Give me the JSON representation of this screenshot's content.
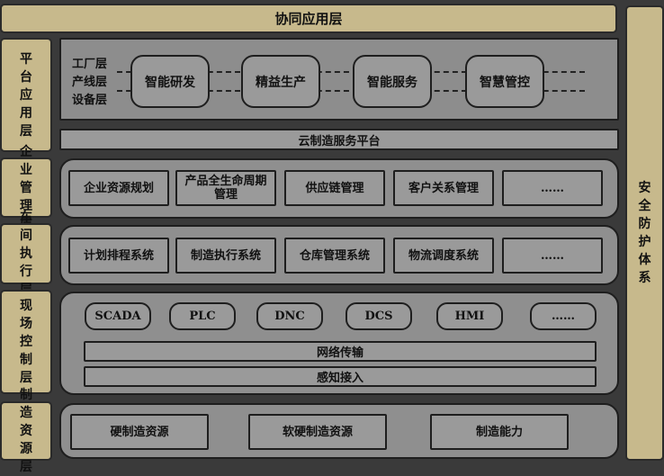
{
  "collab_layer": "协同应用层",
  "security": "安全防护体系",
  "platform": {
    "label": "平台应用层",
    "sublayers": [
      "工厂层",
      "产线层",
      "设备层"
    ],
    "apps": [
      "智能研发",
      "精益生产",
      "智能服务",
      "智慧管控"
    ],
    "cloud": "云制造服务平台"
  },
  "enterprise": {
    "label": "企业管理层",
    "items": [
      "企业资源规划",
      "产品全生命周期管理",
      "供应链管理",
      "客户关系管理",
      "……"
    ]
  },
  "workshop": {
    "label": "车间执行层",
    "items": [
      "计划排程系统",
      "制造执行系统",
      "仓库管理系统",
      "物流调度系统",
      "……"
    ]
  },
  "field": {
    "label": "现场控制层",
    "items": [
      "SCADA",
      "PLC",
      "DNC",
      "DCS",
      "HMI",
      "……"
    ],
    "network": "网络传输",
    "sensing": "感知接入"
  },
  "resource": {
    "label": "制造资源层",
    "items": [
      "硬制造资源",
      "软硬制造资源",
      "制造能力"
    ]
  }
}
